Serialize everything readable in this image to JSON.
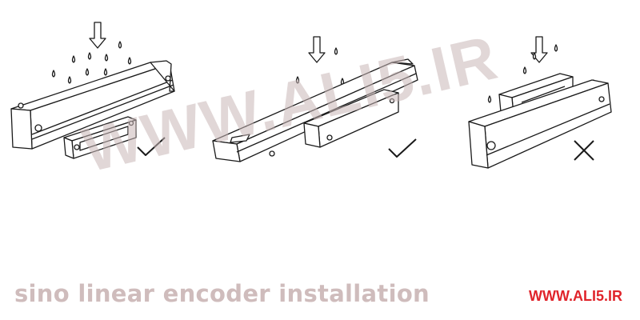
{
  "watermark": "WWW.ALI5.IR",
  "caption": "sino linear encoder installation",
  "site_link": "WWW.ALI5.IR",
  "panels": [
    {
      "name": "installation-correct-1",
      "mark": "check-icon"
    },
    {
      "name": "installation-correct-2",
      "mark": "check-icon"
    },
    {
      "name": "installation-incorrect",
      "mark": "cross-icon"
    }
  ],
  "colors": {
    "line": "#1a1a1a",
    "caption": "#cfbcbc",
    "site": "#e0242b",
    "watermark": "#c9b7b7"
  }
}
